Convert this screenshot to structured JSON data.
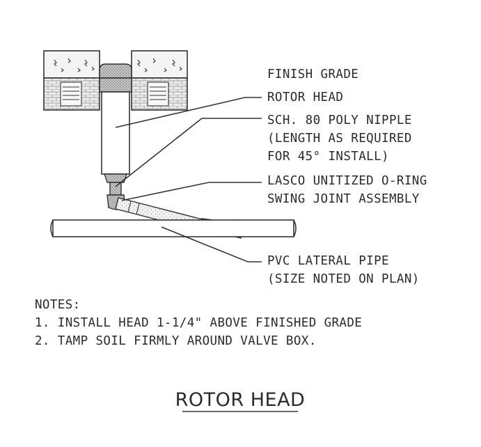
{
  "labels": {
    "finish_grade": "FINISH GRADE",
    "rotor_head": "ROTOR HEAD",
    "nipple_line1": "SCH. 80 POLY NIPPLE",
    "nipple_line2": "(LENGTH AS REQUIRED",
    "nipple_line3": "FOR 45° INSTALL)",
    "swing_line1": "LASCO UNITIZED O-RING",
    "swing_line2": "SWING JOINT ASSEMBLY",
    "pvc_line1": "PVC LATERAL PIPE",
    "pvc_line2": "(SIZE NOTED ON PLAN)"
  },
  "notes": {
    "heading": "NOTES:",
    "items": [
      "1. INSTALL HEAD 1-1/4\" ABOVE FINISHED GRADE",
      "2. TAMP SOIL FIRMLY AROUND VALVE BOX."
    ]
  },
  "title": "ROTOR HEAD"
}
